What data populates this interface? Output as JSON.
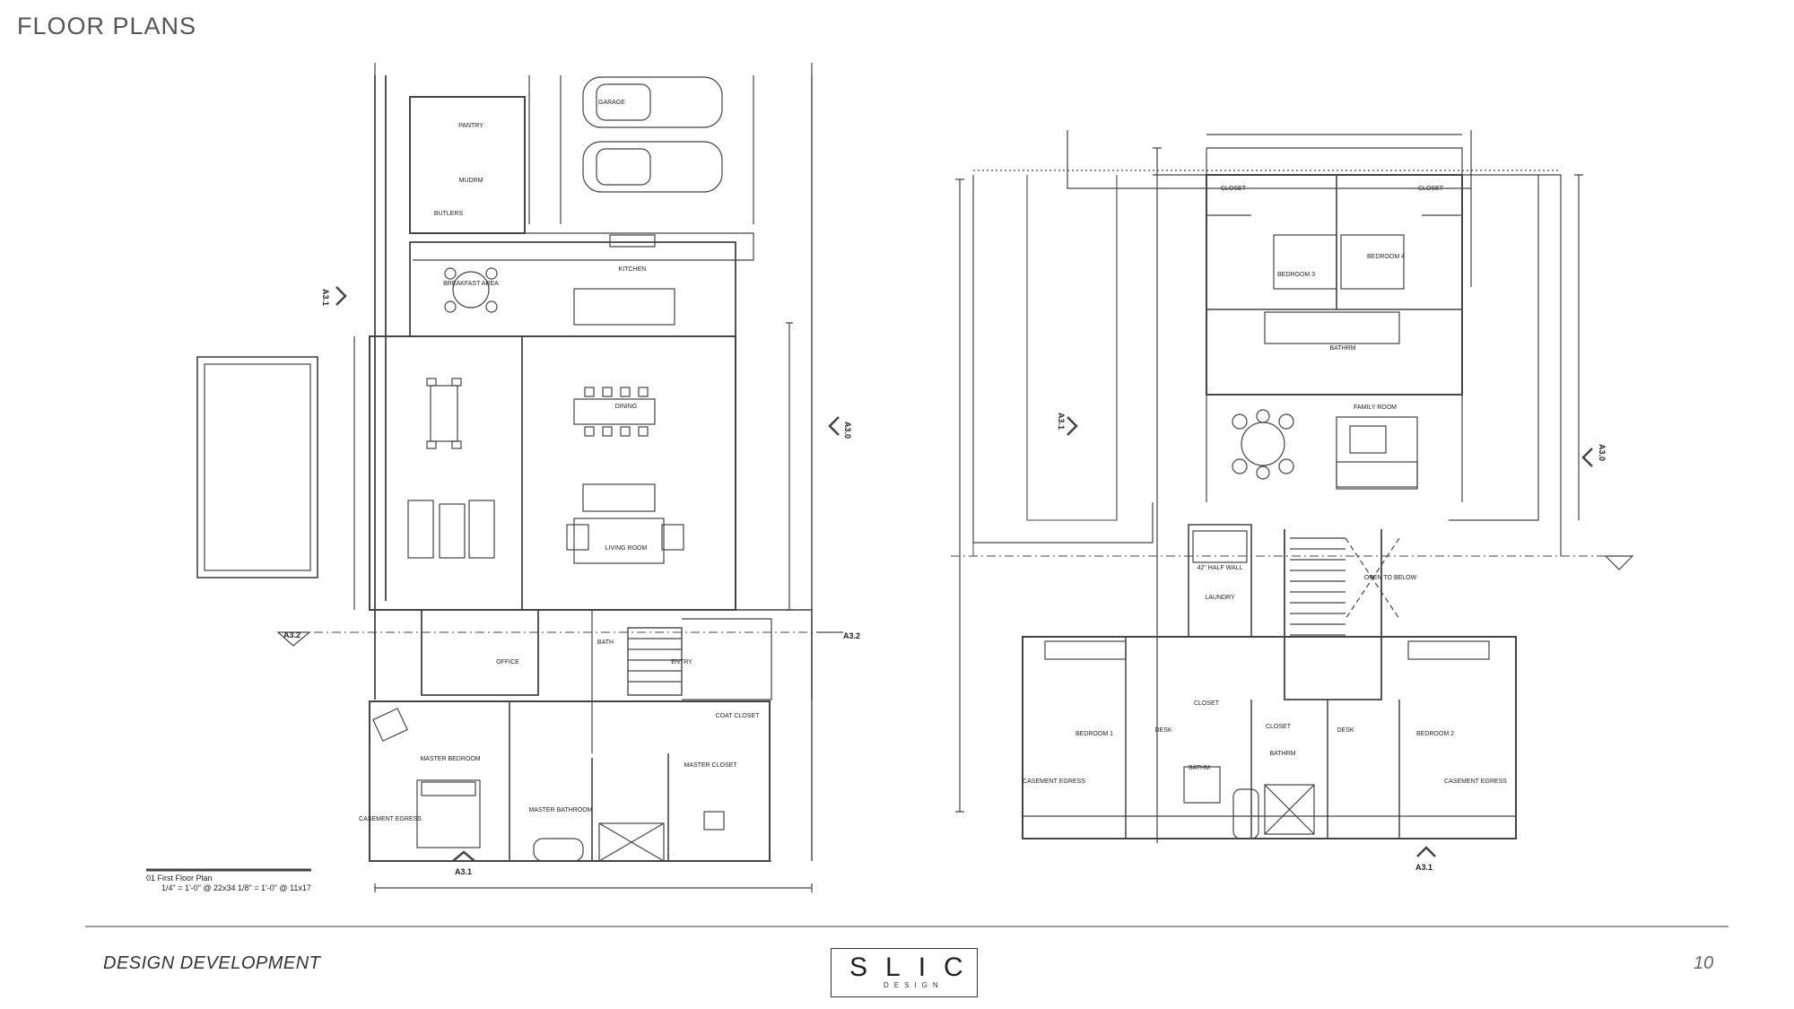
{
  "page": {
    "title": "FLOOR PLANS",
    "footer_left": "DESIGN DEVELOPMENT",
    "page_number": "10",
    "logo": {
      "main": "SLIC",
      "sub": "DESIGN"
    }
  },
  "first_floor": {
    "caption_title": "01  First Floor Plan",
    "caption_scale": "1/4\" = 1'-0\" @ 22x34  1/8\" = 1'-0\" @ 11x17",
    "rooms": {
      "garage": "GARAGE",
      "pantry": "PANTRY",
      "mudrm": "MUDRM",
      "butlers": "BUTLERS",
      "breakfast": "BREAKFAST AREA",
      "kitchen": "KITCHEN",
      "dining": "DINING",
      "living": "LIVING ROOM",
      "office": "OFFICE",
      "entry": "ENTRY",
      "bath": "BATH",
      "master_bedroom": "MASTER BEDROOM",
      "master_bathroom": "MASTER BATHROOM",
      "master_closet": "MASTER CLOSET",
      "coat_closet": "COAT CLOSET",
      "casement": "CASEMENT EGRESS"
    },
    "markers": {
      "a30": "A3.0",
      "a31": "A3.1",
      "a32": "A3.2"
    }
  },
  "second_floor": {
    "rooms": {
      "closet_l": "CLOSET",
      "closet_r": "CLOSET",
      "bedroom3": "BEDROOM 3",
      "bedroom4": "BEDROOM 4",
      "bathrm": "BATHRM",
      "family_room": "FAMILY ROOM",
      "half_wall": "42\" HALF WALL",
      "laundry": "LAUNDRY",
      "open_below": "OPEN TO BELOW",
      "bedroom1": "BEDROOM 1",
      "bedroom2": "BEDROOM 2",
      "bathrm_master": "BATHRM",
      "bathm_l": "BATHM",
      "closet_mid": "CLOSET",
      "closet_low": "CLOSET",
      "desk_l": "DESK",
      "desk_r": "DESK",
      "casement_l": "CASEMENT EGRESS",
      "casement_r": "CASEMENT EGRESS"
    },
    "markers": {
      "a30": "A3.0",
      "a31": "A3.1",
      "a31b": "A3.1"
    }
  }
}
